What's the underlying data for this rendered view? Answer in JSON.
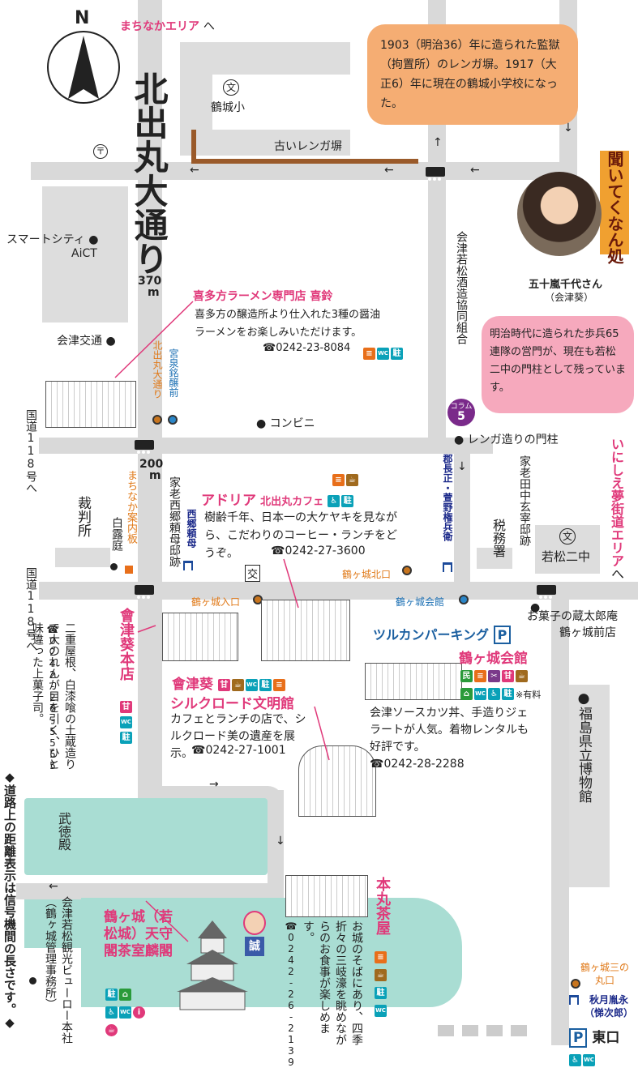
{
  "north": "N",
  "top_area": "まちなかエリア",
  "top_area_suffix": "へ",
  "street_name": "北出丸大通り",
  "dist_370": "370",
  "dist_200": "200",
  "dist_unit": "m",
  "school": "鶴城小",
  "school_mark": "文",
  "brick_wall": "古いレンガ塀",
  "bubble1": "1903（明治36）年に造られた監獄（拘置所）のレンガ塀。1917（大正6）年に現在の鶴城小学校になった。",
  "kiitekuna_label": "聞いてくなん処",
  "person_name": "五十嵐千代さん",
  "person_org": "（会津葵）",
  "bubble2": "明治時代に造られた歩兵65連隊の営門が、現在も若松二中の門柱として残っています。",
  "smart_city": "スマートシティ",
  "aict": "AiCT",
  "aizu_kotsu": "会津交通",
  "sake_union": "会津若松酒造協同組合",
  "column_label": "コラム",
  "column_num": "5",
  "kitade_stop": "北出丸大通り",
  "miyaizumi_stop": "宮泉銘醸前",
  "conveni": "コンビニ",
  "brick_gate": "レンガ造りの門柱",
  "route118_a": "国道118号へ",
  "route118_b": "国道118号へ",
  "kitakata": {
    "name": "喜多方ラーメン専門店 喜鈴",
    "desc": "喜多方の醸造所より仕入れた3種の醤油ラーメンをお楽しみいただけます。",
    "tel": "☎0242-23-8084"
  },
  "icon_labels": {
    "toilet": "WC",
    "parking": "駐",
    "sweet": "甘",
    "info": "i",
    "local": "民"
  },
  "machinaka": "まちなか案内板",
  "hakuro": "白露庭",
  "court": "裁判所",
  "saigo": "家老西郷頼母邸跡",
  "saigo_tanomo": "西郷頼母",
  "adria": {
    "name": "アドリア",
    "sub": "北出丸カフェ",
    "desc": "樹齢千年、日本一の大ケヤキを見ながら、こだわりのコーヒー・ランチをどうぞ。",
    "tel": "☎0242-27-3600"
  },
  "koban": "交",
  "gunchosei": "郡長正・萱野権兵衛",
  "zeimusho": "税務署",
  "tanaka": "家老田中玄宰邸跡",
  "wakamatsu2": "若松二中",
  "inishie": "いにしえ夢街道エリア",
  "inishie_suffix": "へ",
  "kitadeguchi": "鶴ヶ城北口",
  "iriguchi": "鶴ヶ城入口",
  "kaikan_stop": "鶴ヶ城会館",
  "okashi": "お菓子の蔵太郎庵",
  "okashi2": "鶴ヶ城前店",
  "tsurukan_parking": "ツルカンパーキング",
  "parking_p": "P",
  "aizuaoi_honten": {
    "name": "會津葵本店",
    "desc": "二重屋根、白漆喰の土蔵造りで大のれんが目を引く、ひと味違った上菓子司。",
    "tel": "☎0242-26-5555"
  },
  "silkroad": {
    "name1": "會津葵",
    "name2": "シルクロード文明館",
    "desc": "カフェとランチの店で、シルクロード美の遺産を展示。",
    "tel": "☎0242-27-1001"
  },
  "kaikan": {
    "name": "鶴ヶ城会館",
    "note": "※有料",
    "desc": "会津ソースカツ丼、手造りジェラートが人気。着物レンタルも好評です。",
    "tel": "☎0242-28-2288"
  },
  "museum": "福島県立博物館",
  "butokuden": "武徳殿",
  "kanko": "会津若松観光ビューロー本社（鶴ヶ城管理事務所）",
  "tenshukaku": "鶴ヶ城（若松城）天守閣茶室麟閣",
  "makoto": "誠",
  "honmaru": {
    "name": "本丸茶屋",
    "desc": "お城のそばにあり、四季折々の三岐濠を眺めながらのお食事が楽しめます。",
    "tel": "☎0242-26-2139"
  },
  "sannomaru": "鶴ヶ城三の丸口",
  "akizuki": "秋月胤永（悌次郎）",
  "higashiguchi": "東口",
  "note_side": "◆道路上の距離表示は信号機間の長さです。◆",
  "colors": {
    "pink": "#e0397a",
    "orange": "#f5ad73",
    "bubble_pink": "#f6a9bd",
    "moat": "#a9ddd3",
    "road": "#d9d9d9",
    "navy": "#1c2a8a",
    "teal": "#0aa1b8"
  }
}
